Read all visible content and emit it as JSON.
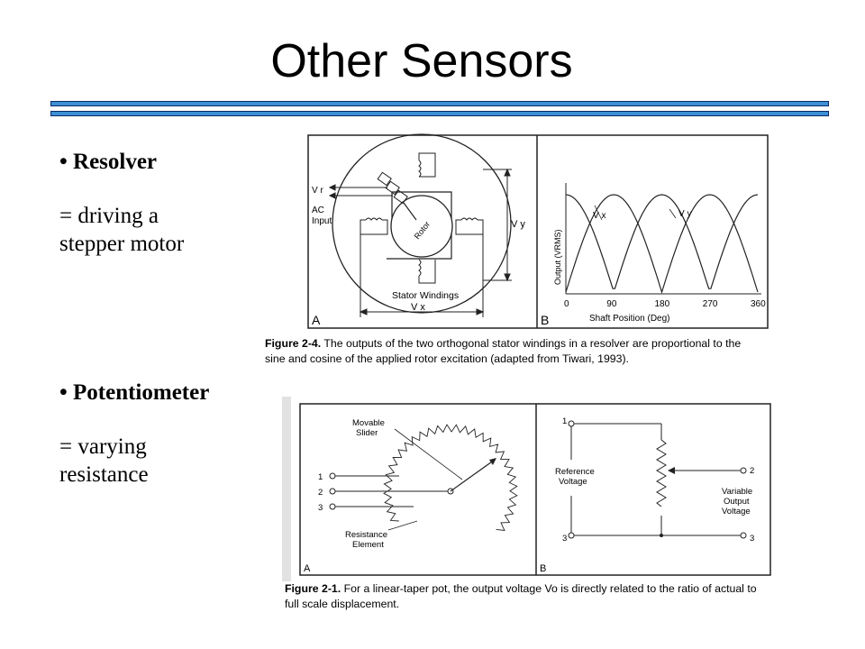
{
  "slide": {
    "title": "Other Sensors",
    "accent_color": "#3d8fd4",
    "accent_border": "#0a2a66"
  },
  "resolver": {
    "bullet": "Resolver",
    "desc_line1": "= driving a",
    "desc_line2": "stepper motor"
  },
  "potentiometer": {
    "bullet": "Potentiometer",
    "desc_line1": "= varying",
    "desc_line2": "resistance"
  },
  "figure_2_4": {
    "panel_a_label": "A",
    "panel_b_label": "B",
    "vr_label": "V r",
    "ac_input_line1": "AC",
    "ac_input_line2": "Input",
    "rotor_label": "Rotor",
    "vy_label": "V y",
    "vx_label": "V x",
    "stator_label": "Stator Windings",
    "curve_vx_label": "V x",
    "curve_vy_label": "V y",
    "y_axis_label": "Output (VRMS)",
    "x_axis_label": "Shaft Position (Deg)",
    "x_ticks": [
      "0",
      "90",
      "180",
      "270",
      "360"
    ],
    "caption_bold": "Figure 2-4.",
    "caption_line1": "The outputs of the two orthogonal stator windings in a resolver are proportional to the",
    "caption_line2": "sine and cosine of the applied rotor excitation (adapted from Tiwari, 1993)."
  },
  "figure_2_1": {
    "panel_a_label": "A",
    "panel_b_label": "B",
    "slider_line1": "Movable",
    "slider_line2": "Slider",
    "resistance_line1": "Resistance",
    "resistance_line2": "Element",
    "terminal_1": "1",
    "terminal_2": "2",
    "terminal_3": "3",
    "ref_line1": "Reference",
    "ref_line2": "Voltage",
    "var_line1": "Variable",
    "var_line2": "Output",
    "var_line3": "Voltage",
    "caption_bold": "Figure 2-1.",
    "caption_line1": "For a linear-taper pot, the output voltage Vo is directly related to the ratio of actual to",
    "caption_line2": "full scale displacement."
  }
}
